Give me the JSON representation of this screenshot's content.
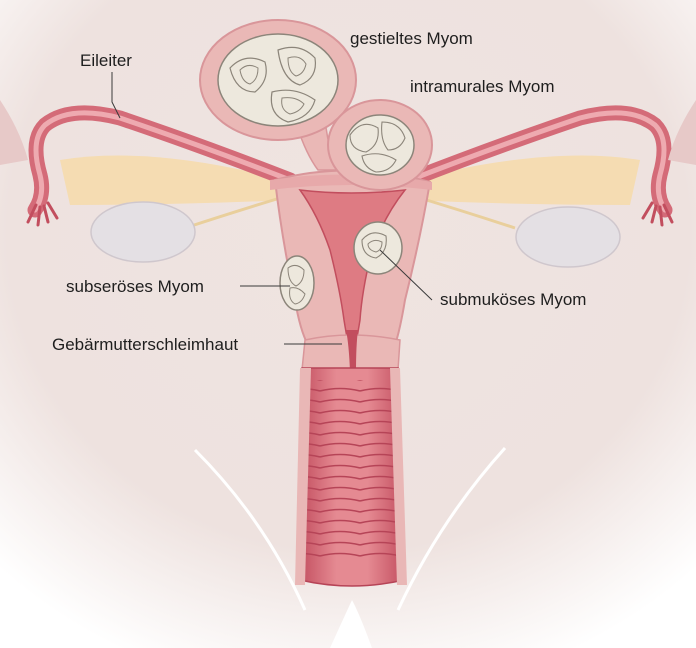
{
  "labels": {
    "fallopian_tube": "Eileiter",
    "pedunculated_fibroid": "gestieltes Myom",
    "intramural_fibroid": "intramurales Myom",
    "subserous_fibroid": "subseröses Myom",
    "submucous_fibroid": "submuköses Myom",
    "endometrium": "Gebärmutterschleimhaut"
  },
  "colors": {
    "background": "#efe4e1",
    "pelvis_white": "#ffffff",
    "uterus_outer": "#eab8b6",
    "uterus_inner": "#de7b83",
    "uterus_dark": "#c24e5e",
    "fibroid": "#ede8dd",
    "fibroid_lines": "#8c857a",
    "ovary": "#e4e0e4",
    "ligament": "#f5dcb2",
    "text": "#1e1e1e"
  }
}
